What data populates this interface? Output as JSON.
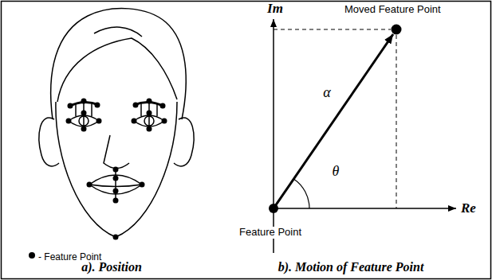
{
  "diagram": {
    "labels": [
      "Im",
      "Moved Feature Point",
      "α",
      "θ",
      "Re",
      "Feature Point",
      "a). Position",
      "b). Motion of Feature Point"
    ],
    "legend": [
      {
        "text": "- Feature Point"
      }
    ]
  }
}
